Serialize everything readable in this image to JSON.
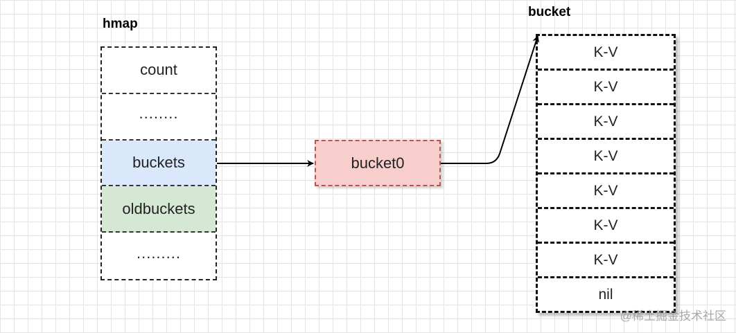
{
  "hmap": {
    "title": "hmap",
    "fields": [
      {
        "label": "count",
        "style": "plain"
      },
      {
        "label": "........",
        "style": "dots"
      },
      {
        "label": "buckets",
        "style": "blue"
      },
      {
        "label": "oldbuckets",
        "style": "green"
      },
      {
        "label": ".........",
        "style": "dots"
      }
    ]
  },
  "bucket0": {
    "label": "bucket0"
  },
  "bucket": {
    "title": "bucket",
    "slots": [
      "K-V",
      "K-V",
      "K-V",
      "K-V",
      "K-V",
      "K-V",
      "K-V",
      "nil"
    ]
  },
  "watermark": {
    "text": "@稀土掘金技术社区"
  },
  "colors": {
    "buckets_fill": "#dae8fc",
    "oldbuckets_fill": "#d5e8d4",
    "bucket0_fill": "#f8cecc",
    "bucket0_border": "#b85450"
  }
}
